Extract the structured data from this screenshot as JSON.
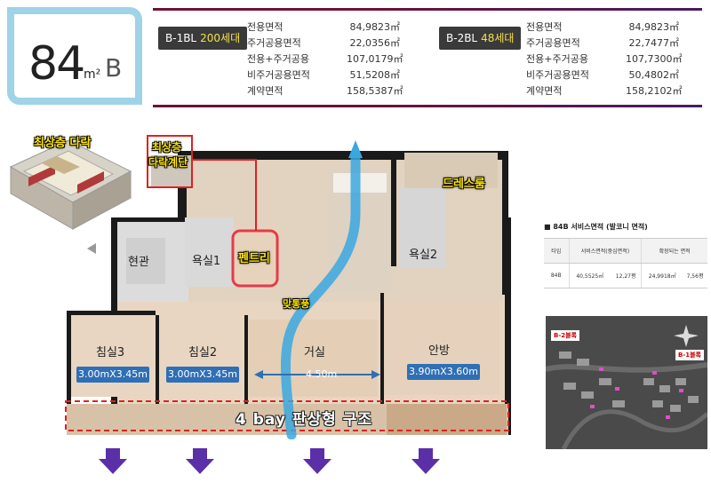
{
  "header": {
    "type_number": "84",
    "type_unit": "m²",
    "type_letter": "B",
    "blocks": [
      {
        "name": "B-1BL",
        "units": "200세대",
        "areas": [
          {
            "label": "전용면적",
            "value": "84,9823㎡"
          },
          {
            "label": "주거공용면적",
            "value": "22,0356㎡"
          },
          {
            "label": "전용+주거공용",
            "value": "107,0179㎡"
          },
          {
            "label": "비주거공용면적",
            "value": "51,5208㎡"
          },
          {
            "label": "계약면적",
            "value": "158,5387㎡"
          }
        ]
      },
      {
        "name": "B-2BL",
        "units": "48세대",
        "areas": [
          {
            "label": "전용면적",
            "value": "84,9823㎡"
          },
          {
            "label": "주거공용면적",
            "value": "22,7477㎡"
          },
          {
            "label": "전용+주거공용",
            "value": "107,7300㎡"
          },
          {
            "label": "비주거공용면적",
            "value": "50,4802㎡"
          },
          {
            "label": "계약면적",
            "value": "158,2102㎡"
          }
        ]
      }
    ]
  },
  "plan": {
    "callouts": {
      "top_attic": "최상층 다락",
      "top_attic_stairs_1": "최상층",
      "top_attic_stairs_2": "다락계단",
      "dress_room": "드레스룸",
      "pantry": "펜트리",
      "cross_ventilation": "맞통풍",
      "bay_structure": "4 bay 판상형 구조"
    },
    "rooms": {
      "entrance": "현관",
      "bath1": "욕실1",
      "bath2": "욕실2",
      "bedroom3": "침실3",
      "bedroom2": "침실2",
      "living": "거실",
      "master": "안방"
    },
    "dimensions": {
      "bedroom3": "3.00mX3.45m",
      "bedroom2": "3.00mX3.45m",
      "living": "4.50m",
      "master": "3.90mX3.60m"
    }
  },
  "service_area": {
    "title": "■  84B  서비스면적  (발코니  면적)",
    "headers": [
      "타입",
      "서비스면적(중심면적)",
      "확장되는 면적"
    ],
    "row": {
      "type": "84B",
      "service_m2": "40,5525㎡",
      "service_py": "12,27평",
      "expand_m2": "24,9918㎡",
      "expand_py": "7,56평"
    }
  },
  "site_map": {
    "label_b2": "B-2블록",
    "label_b1": "B-1블록"
  },
  "colors": {
    "frame_blue": "#9ed3e8",
    "header_line": "#6d1236",
    "callout_yellow": "#ffe600",
    "dim_blue": "#2f6fb5",
    "arrow_purple": "#5b2fa8",
    "dashed_red": "#d22"
  }
}
